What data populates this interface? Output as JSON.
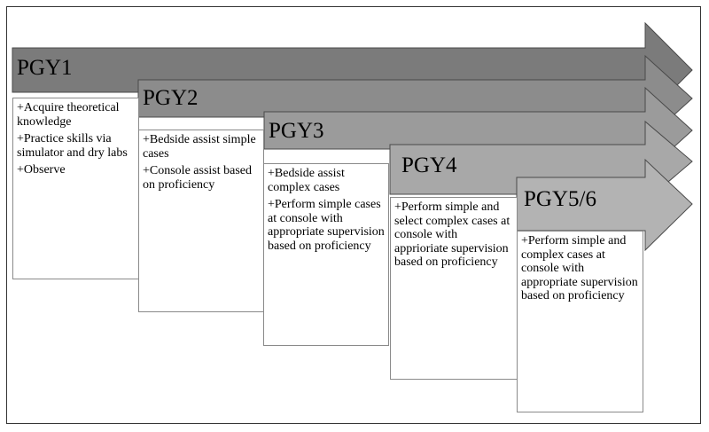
{
  "stages": [
    {
      "label": "PGY1",
      "color": "#7b7b7b",
      "items": [
        "+Acquire theoretical knowledge",
        "+Practice skills via simulator and dry labs",
        "+Observe"
      ]
    },
    {
      "label": "PGY2",
      "color": "#8c8c8c",
      "items": [
        "+Bedside assist simple cases",
        "+Console assist based on proficiency"
      ]
    },
    {
      "label": "PGY3",
      "color": "#9b9b9b",
      "items": [
        "+Bedside assist complex cases",
        "+Perform simple cases at console with appropriate supervision based on proficiency"
      ]
    },
    {
      "label": "PGY4",
      "color": "#a8a8a8",
      "items": [
        "+Perform simple and select complex cases at console with apprioriate supervision based on proficiency"
      ]
    },
    {
      "label": "PGY5/6",
      "color": "#b3b3b3",
      "items": [
        "+Perform simple and complex cases at console with appropriate supervision based on proficiency"
      ]
    }
  ]
}
